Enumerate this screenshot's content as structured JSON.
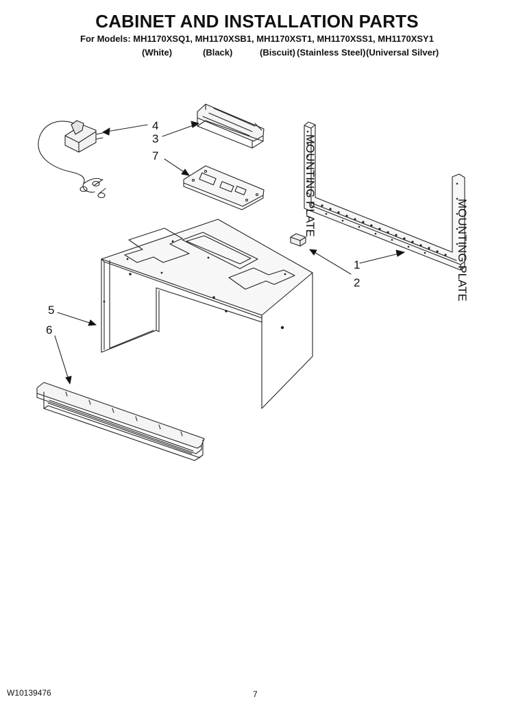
{
  "header": {
    "title": "CABINET AND INSTALLATION PARTS",
    "models_line": "For Models: MH1170XSQ1, MH1170XSB1, MH1170XST1, MH1170XSS1, MH1170XSY1",
    "colors": [
      "(White)",
      "(Black)",
      "(Biscuit)",
      "(Stainless Steel)",
      "(Universal Silver)"
    ]
  },
  "diagram": {
    "plate_text": "MOUNTING PLATE",
    "callouts": [
      "1",
      "2",
      "3",
      "4",
      "5",
      "6",
      "7"
    ]
  },
  "footer": {
    "doc_number": "W10139476",
    "page_number": "7"
  }
}
